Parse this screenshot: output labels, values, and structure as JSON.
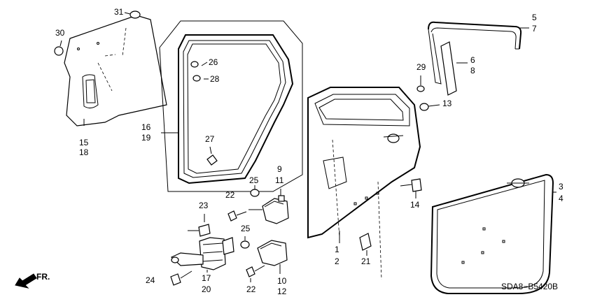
{
  "diagram_code": "SDA8−B5420B",
  "direction_label": "FR.",
  "labels": {
    "l1": "1",
    "l2": "2",
    "l3": "3",
    "l4": "4",
    "l5": "5",
    "l6": "6",
    "l7": "7",
    "l8": "8",
    "l9": "9",
    "l10": "10",
    "l11": "11",
    "l12": "12",
    "l13": "13",
    "l14": "14",
    "l15": "15",
    "l16": "16",
    "l17": "17",
    "l18": "18",
    "l19": "19",
    "l20": "20",
    "l21": "21",
    "l22a": "22",
    "l22b": "22",
    "l23": "23",
    "l24": "24",
    "l25a": "25",
    "l25b": "25",
    "l26": "26",
    "l27": "27",
    "l28": "28",
    "l29": "29",
    "l30": "30",
    "l31": "31"
  }
}
